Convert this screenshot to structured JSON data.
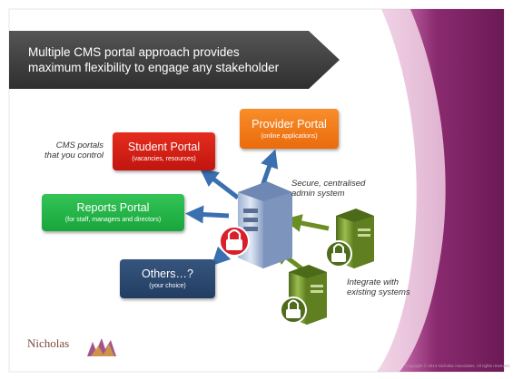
{
  "title": {
    "line1": "Multiple CMS portal approach provides",
    "line2": "maximum flexibility to engage any stakeholder"
  },
  "portals": {
    "student": {
      "title": "Student Portal",
      "subtitle": "(vacancies, resources)"
    },
    "provider": {
      "title": "Provider Portal",
      "subtitle": "(online applications)"
    },
    "reports": {
      "title": "Reports Portal",
      "subtitle": "(for staff, managers and directors)"
    },
    "others": {
      "title": "Others…?",
      "subtitle": "(your choice)"
    }
  },
  "captions": {
    "cms_line1": "CMS portals",
    "cms_line2": "that you control",
    "secure_line1": "Secure, centralised",
    "secure_line2": "admin system",
    "integrate_line1": "Integrate with",
    "integrate_line2": "existing systems"
  },
  "logo": {
    "text": "Nicholas"
  },
  "copyright": "Copyright © 2013 Nicholas Associates. All rights reserved.",
  "colors": {
    "student": "#d8231a",
    "provider": "#f47c20",
    "reports": "#27b34a",
    "others": "#2d4a72",
    "banner": "#3c3c3c",
    "purple_accent": "#7b2161",
    "blue_arrow": "#3a6fb0",
    "green_arrow": "#6b8e23"
  }
}
